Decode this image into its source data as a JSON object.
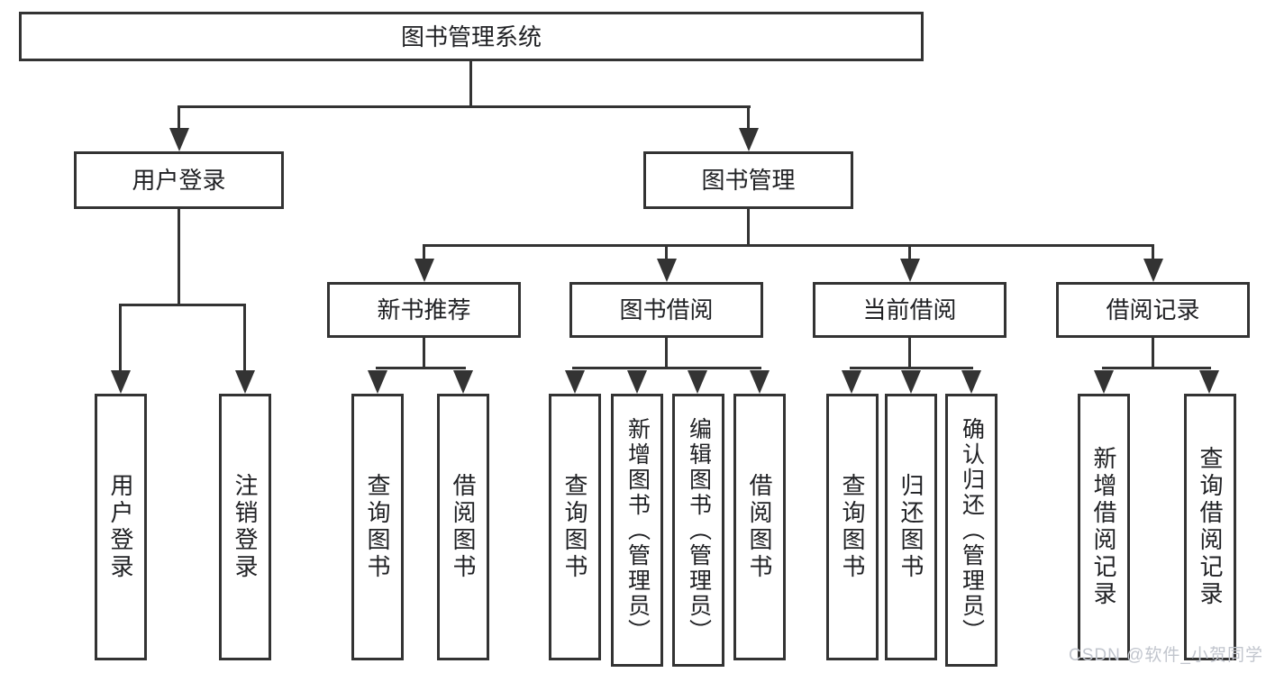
{
  "diagram": {
    "watermark": "CSDN @软件_小贺同学",
    "colors": {
      "line": "#333333",
      "text": "#202124",
      "background": "#ffffff",
      "watermark": "#c1c5cd"
    },
    "nodes": [
      {
        "id": "root",
        "label": "图书管理系统",
        "parent": null,
        "text_direction": "horizontal"
      },
      {
        "id": "user-login",
        "label": "用户登录",
        "parent": "root",
        "text_direction": "horizontal"
      },
      {
        "id": "book-mgmt",
        "label": "图书管理",
        "parent": "root",
        "text_direction": "horizontal"
      },
      {
        "id": "login-user",
        "label": "用户登录",
        "parent": "user-login",
        "text_direction": "vertical"
      },
      {
        "id": "login-logout",
        "label": "注销登录",
        "parent": "user-login",
        "text_direction": "vertical"
      },
      {
        "id": "new-book-rec",
        "label": "新书推荐",
        "parent": "book-mgmt",
        "text_direction": "horizontal"
      },
      {
        "id": "book-borrow",
        "label": "图书借阅",
        "parent": "book-mgmt",
        "text_direction": "horizontal"
      },
      {
        "id": "current-borrow",
        "label": "当前借阅",
        "parent": "book-mgmt",
        "text_direction": "horizontal"
      },
      {
        "id": "borrow-record",
        "label": "借阅记录",
        "parent": "book-mgmt",
        "text_direction": "horizontal"
      },
      {
        "id": "rec-query-book",
        "label": "查询图书",
        "parent": "new-book-rec",
        "text_direction": "vertical"
      },
      {
        "id": "rec-borrow-book",
        "label": "借阅图书",
        "parent": "new-book-rec",
        "text_direction": "vertical"
      },
      {
        "id": "bb-query-book",
        "label": "查询图书",
        "parent": "book-borrow",
        "text_direction": "vertical"
      },
      {
        "id": "bb-add-book",
        "label": "新增图书（管理员）",
        "parent": "book-borrow",
        "text_direction": "vertical"
      },
      {
        "id": "bb-edit-book",
        "label": "编辑图书（管理员）",
        "parent": "book-borrow",
        "text_direction": "vertical"
      },
      {
        "id": "bb-borrow-book",
        "label": "借阅图书",
        "parent": "book-borrow",
        "text_direction": "vertical"
      },
      {
        "id": "cb-query-book",
        "label": "查询图书",
        "parent": "current-borrow",
        "text_direction": "vertical"
      },
      {
        "id": "cb-return-book",
        "label": "归还图书",
        "parent": "current-borrow",
        "text_direction": "vertical"
      },
      {
        "id": "cb-confirm-return",
        "label": "确认归还（管理员）",
        "parent": "current-borrow",
        "text_direction": "vertical"
      },
      {
        "id": "br-add-record",
        "label": "新增借阅记录",
        "parent": "borrow-record",
        "text_direction": "vertical"
      },
      {
        "id": "br-query-record",
        "label": "查询借阅记录",
        "parent": "borrow-record",
        "text_direction": "vertical"
      }
    ]
  }
}
